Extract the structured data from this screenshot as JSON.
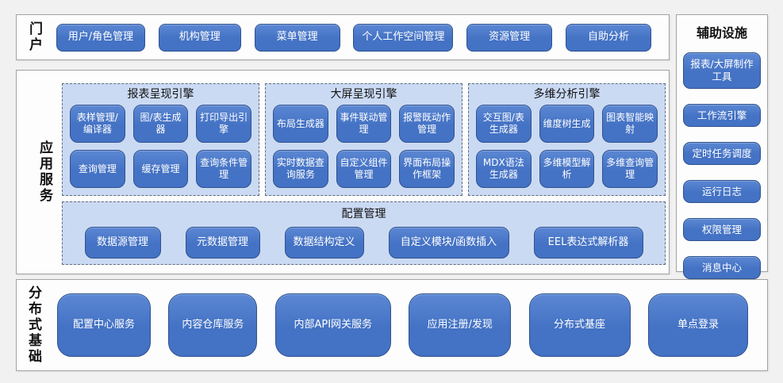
{
  "colors": {
    "button_fill": "#4472C4",
    "button_border": "#2F528F",
    "button_text": "#FFFFFF",
    "panel_fill": "#CBDAF3",
    "panel_border": "#5F6B7A",
    "section_bg": "#FDFDFD",
    "section_border": "#A3A3A3",
    "page_bg": "#F1F1F1",
    "label_color": "#111111"
  },
  "portal": {
    "label": "门户",
    "buttons": [
      "用户/角色管理",
      "机构管理",
      "菜单管理",
      "个人工作空间管理",
      "资源管理",
      "自助分析"
    ]
  },
  "app_services": {
    "label": "应用服务",
    "engines": [
      {
        "title": "报表呈现引擎",
        "buttons": [
          "表样管理/编译器",
          "图/表生成器",
          "打印导出引擎",
          "查询管理",
          "缓存管理",
          "查询条件管理"
        ]
      },
      {
        "title": "大屏呈现引擎",
        "buttons": [
          "布局生成器",
          "事件联动管理",
          "报警既动作管理",
          "实时数据查询服务",
          "自定义组件管理",
          "界面布局操作框架"
        ]
      },
      {
        "title": "多维分析引擎",
        "buttons": [
          "交互图/表生成器",
          "维度树生成",
          "图表智能映射",
          "MDX语法生成器",
          "多维模型解析",
          "多维查询管理"
        ]
      }
    ],
    "config": {
      "title": "配置管理",
      "buttons": [
        "数据源管理",
        "元数据管理",
        "数据结构定义",
        "自定义模块/函数插入",
        "EEL表达式解析器"
      ]
    }
  },
  "foundation": {
    "label": "分布式基础",
    "buttons": [
      "配置中心服务",
      "内容仓库服务",
      "内部API网关服务",
      "应用注册/发现",
      "分布式基座",
      "单点登录"
    ]
  },
  "aux": {
    "title": "辅助设施",
    "buttons": [
      "报表/大屏制作工具",
      "工作流引擎",
      "定时任务调度",
      "运行日志",
      "权限管理",
      "消息中心"
    ]
  }
}
